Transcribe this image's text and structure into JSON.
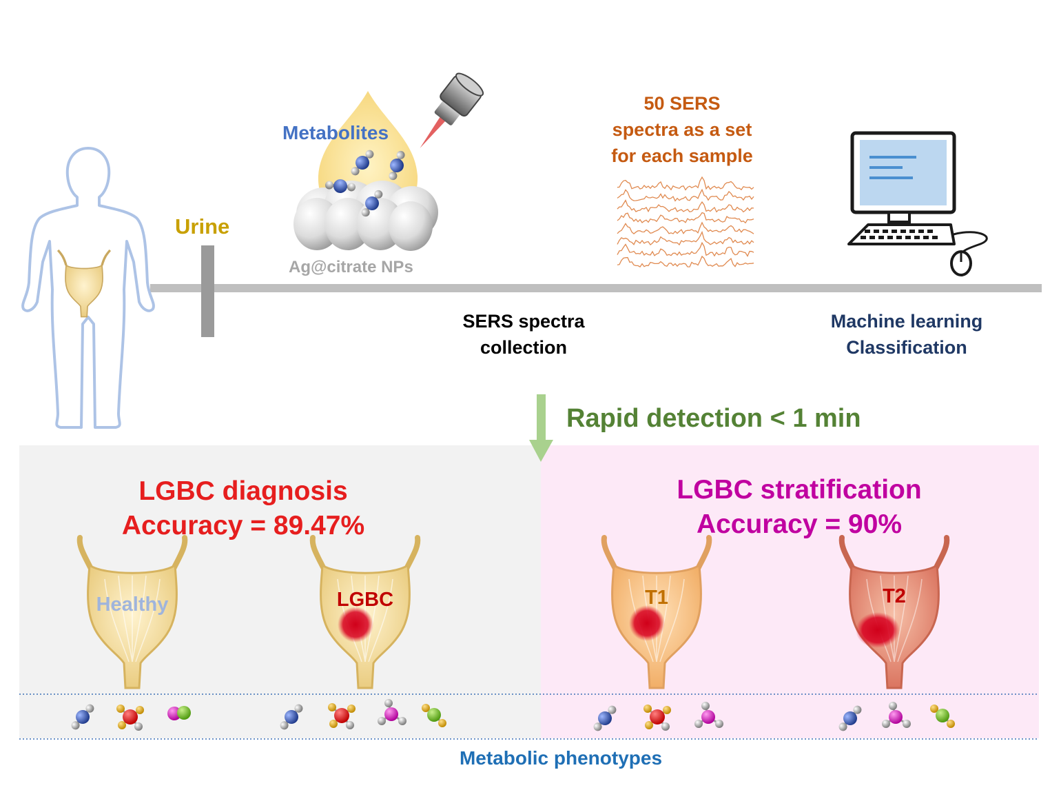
{
  "workflow": {
    "urine_label": "Urine",
    "metabolites_label": "Metabolites",
    "nanoparticles_label": "Ag@citrate NPs",
    "spectra_set_lines": [
      "50 SERS",
      "spectra as a set",
      "for each sample"
    ],
    "sers_collection_lines": [
      "SERS spectra",
      "collection"
    ],
    "ml_lines": [
      "Machine learning",
      "Classification"
    ],
    "rapid_detection": "Rapid detection < 1 min"
  },
  "panels": {
    "diagnosis": {
      "title": "LGBC diagnosis",
      "accuracy": "Accuracy = 89.47%",
      "bladders": [
        "Healthy",
        "LGBC"
      ]
    },
    "stratification": {
      "title": "LGBC stratification",
      "accuracy": "Accuracy = 90%",
      "bladders": [
        "T1",
        "T2"
      ]
    }
  },
  "footer": {
    "label": "Metabolic phenotypes"
  },
  "colors": {
    "urine": "#c8a000",
    "metabolites": "#4472c4",
    "nanoparticles": "#a6a6a6",
    "spectra_title": "#c55a11",
    "ml": "#1f3864",
    "rapid": "#548235",
    "diagnosis": "#e61e1e",
    "stratification": "#c000a0",
    "footer": "#1f6fb5",
    "timeline": "#bfbfbf",
    "diagnosis_bg": "#f2f2f2",
    "stratification_bg": "#fde9f7"
  }
}
